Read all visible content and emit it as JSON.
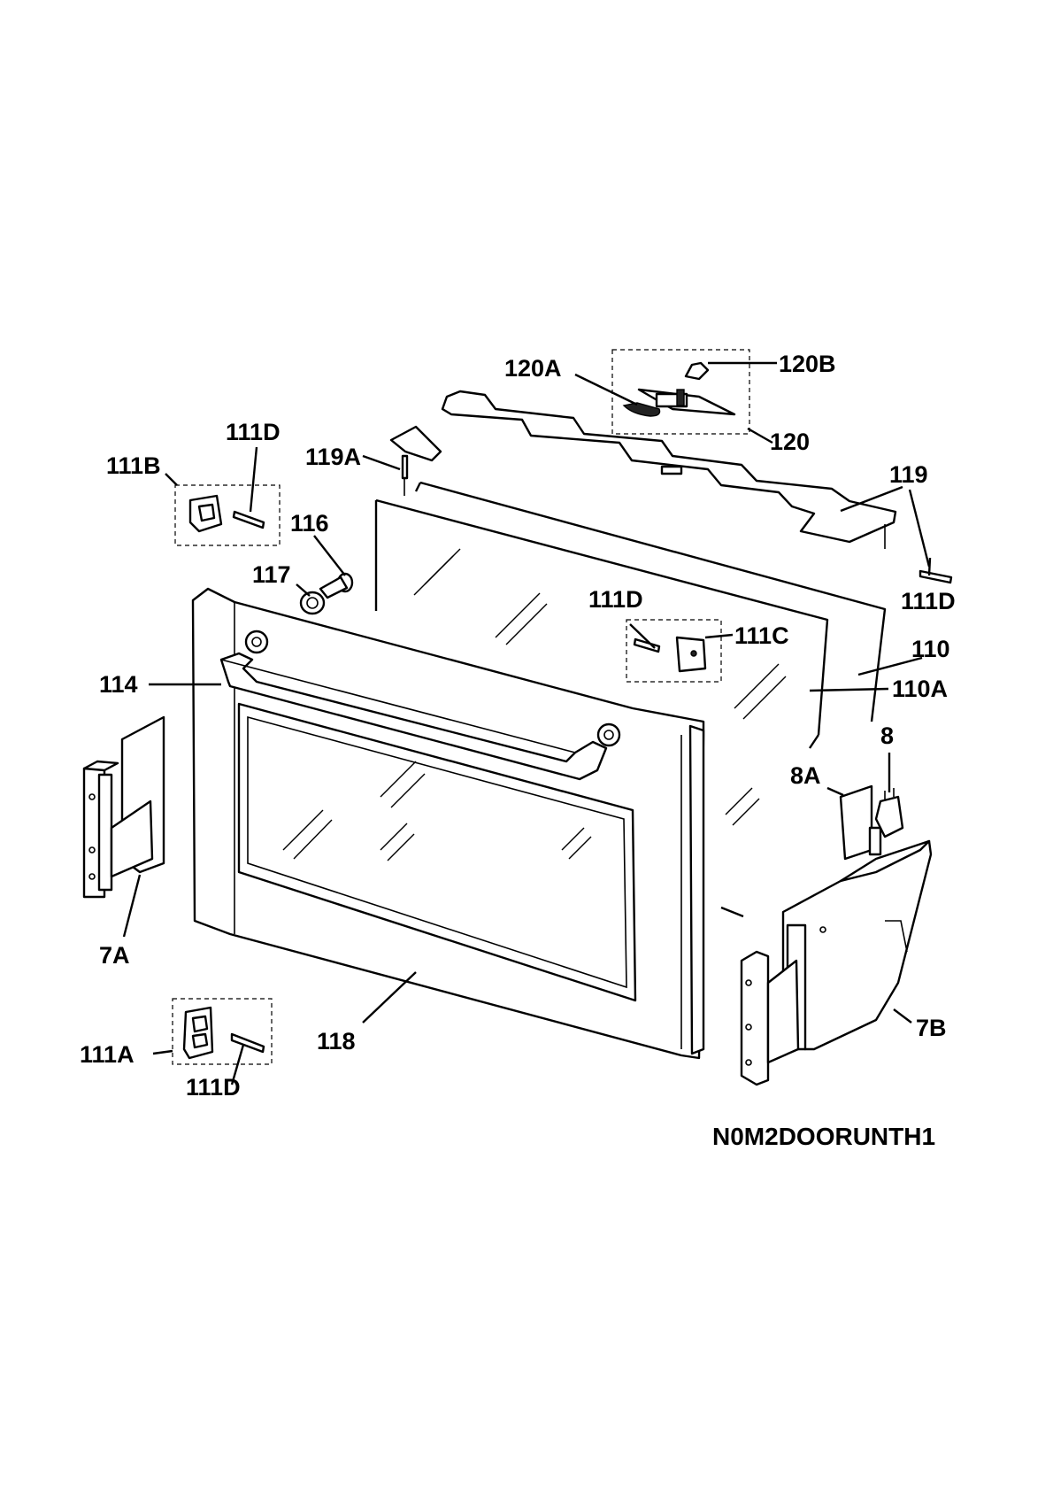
{
  "diagram": {
    "code": "N0M2DOORUNTH1",
    "labels": {
      "l120B": "120B",
      "l120A": "120A",
      "l120": "120",
      "l111D_top": "111D",
      "l111B": "111B",
      "l119A": "119A",
      "l119": "119",
      "l116": "116",
      "l117": "117",
      "l111D_right": "111D",
      "l111D_center": "111D",
      "l111C": "111C",
      "l110": "110",
      "l110A": "110A",
      "l114": "114",
      "l8": "8",
      "l8A": "8A",
      "l7A": "7A",
      "l7B": "7B",
      "l118": "118",
      "l111A": "111A",
      "l111D_bottom": "111D"
    }
  }
}
